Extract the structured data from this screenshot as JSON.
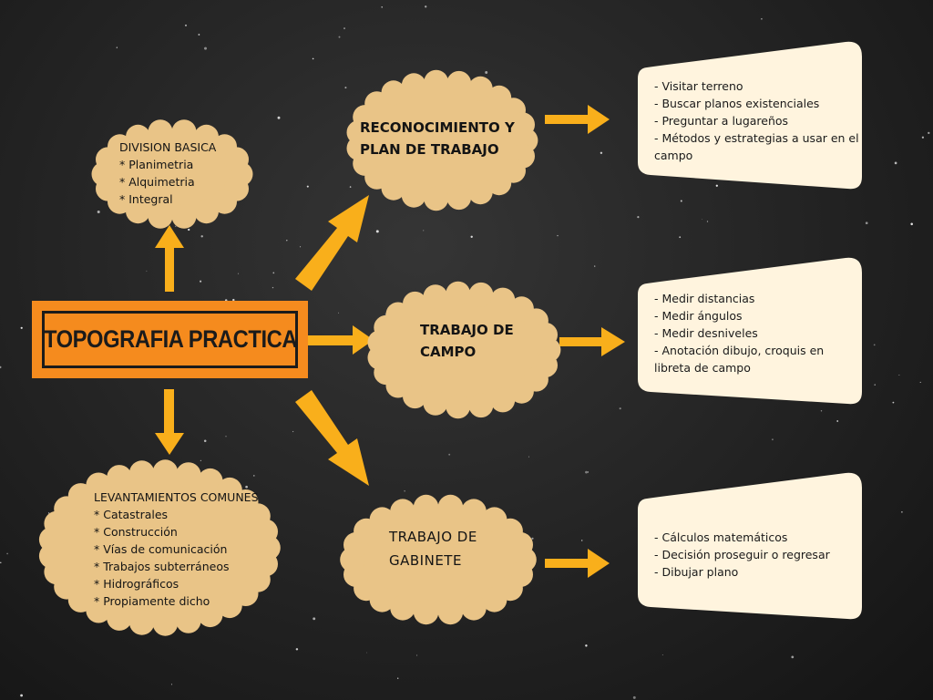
{
  "diagram": {
    "title": "TOPOGRAFIA PRACTICA",
    "division_basica": {
      "heading": "DIVISION BASICA",
      "items": [
        "* Planimetria",
        "* Alquimetria",
        "* Integral"
      ]
    },
    "levantamientos": {
      "heading": "LEVANTAMIENTOS COMUNES",
      "items": [
        "* Catastrales",
        "* Construcción",
        "* Vías de comunicación",
        "* Trabajos subterráneos",
        "* Hidrográficos",
        "* Propiamente dicho"
      ]
    },
    "stages": [
      {
        "lines": [
          "RECONOCIMIENTO Y",
          "PLAN DE TRABAJO"
        ],
        "details": [
          "- Visitar terreno",
          "- Buscar planos existenciales",
          "- Preguntar a lugareños",
          "- Métodos y estrategias a usar en el",
          "campo"
        ]
      },
      {
        "lines": [
          "TRABAJO DE",
          "CAMPO"
        ],
        "details": [
          "- Medir distancias",
          "- Medir ángulos",
          "- Medir desniveles",
          "- Anotación dibujo, croquis en",
          "libreta de campo"
        ]
      },
      {
        "lines": [
          "TRABAJO DE",
          "GABINETE"
        ],
        "details": [
          "- Cálculos matemáticos",
          "- Decisión proseguir o regresar",
          "- Dibujar plano"
        ]
      }
    ],
    "colors": {
      "background": "#262626",
      "cloud_fill": "#E9C487",
      "title_fill": "#F58B1E",
      "arrow": "#F9AF1B",
      "card_fill": "#FFF4DE"
    }
  }
}
